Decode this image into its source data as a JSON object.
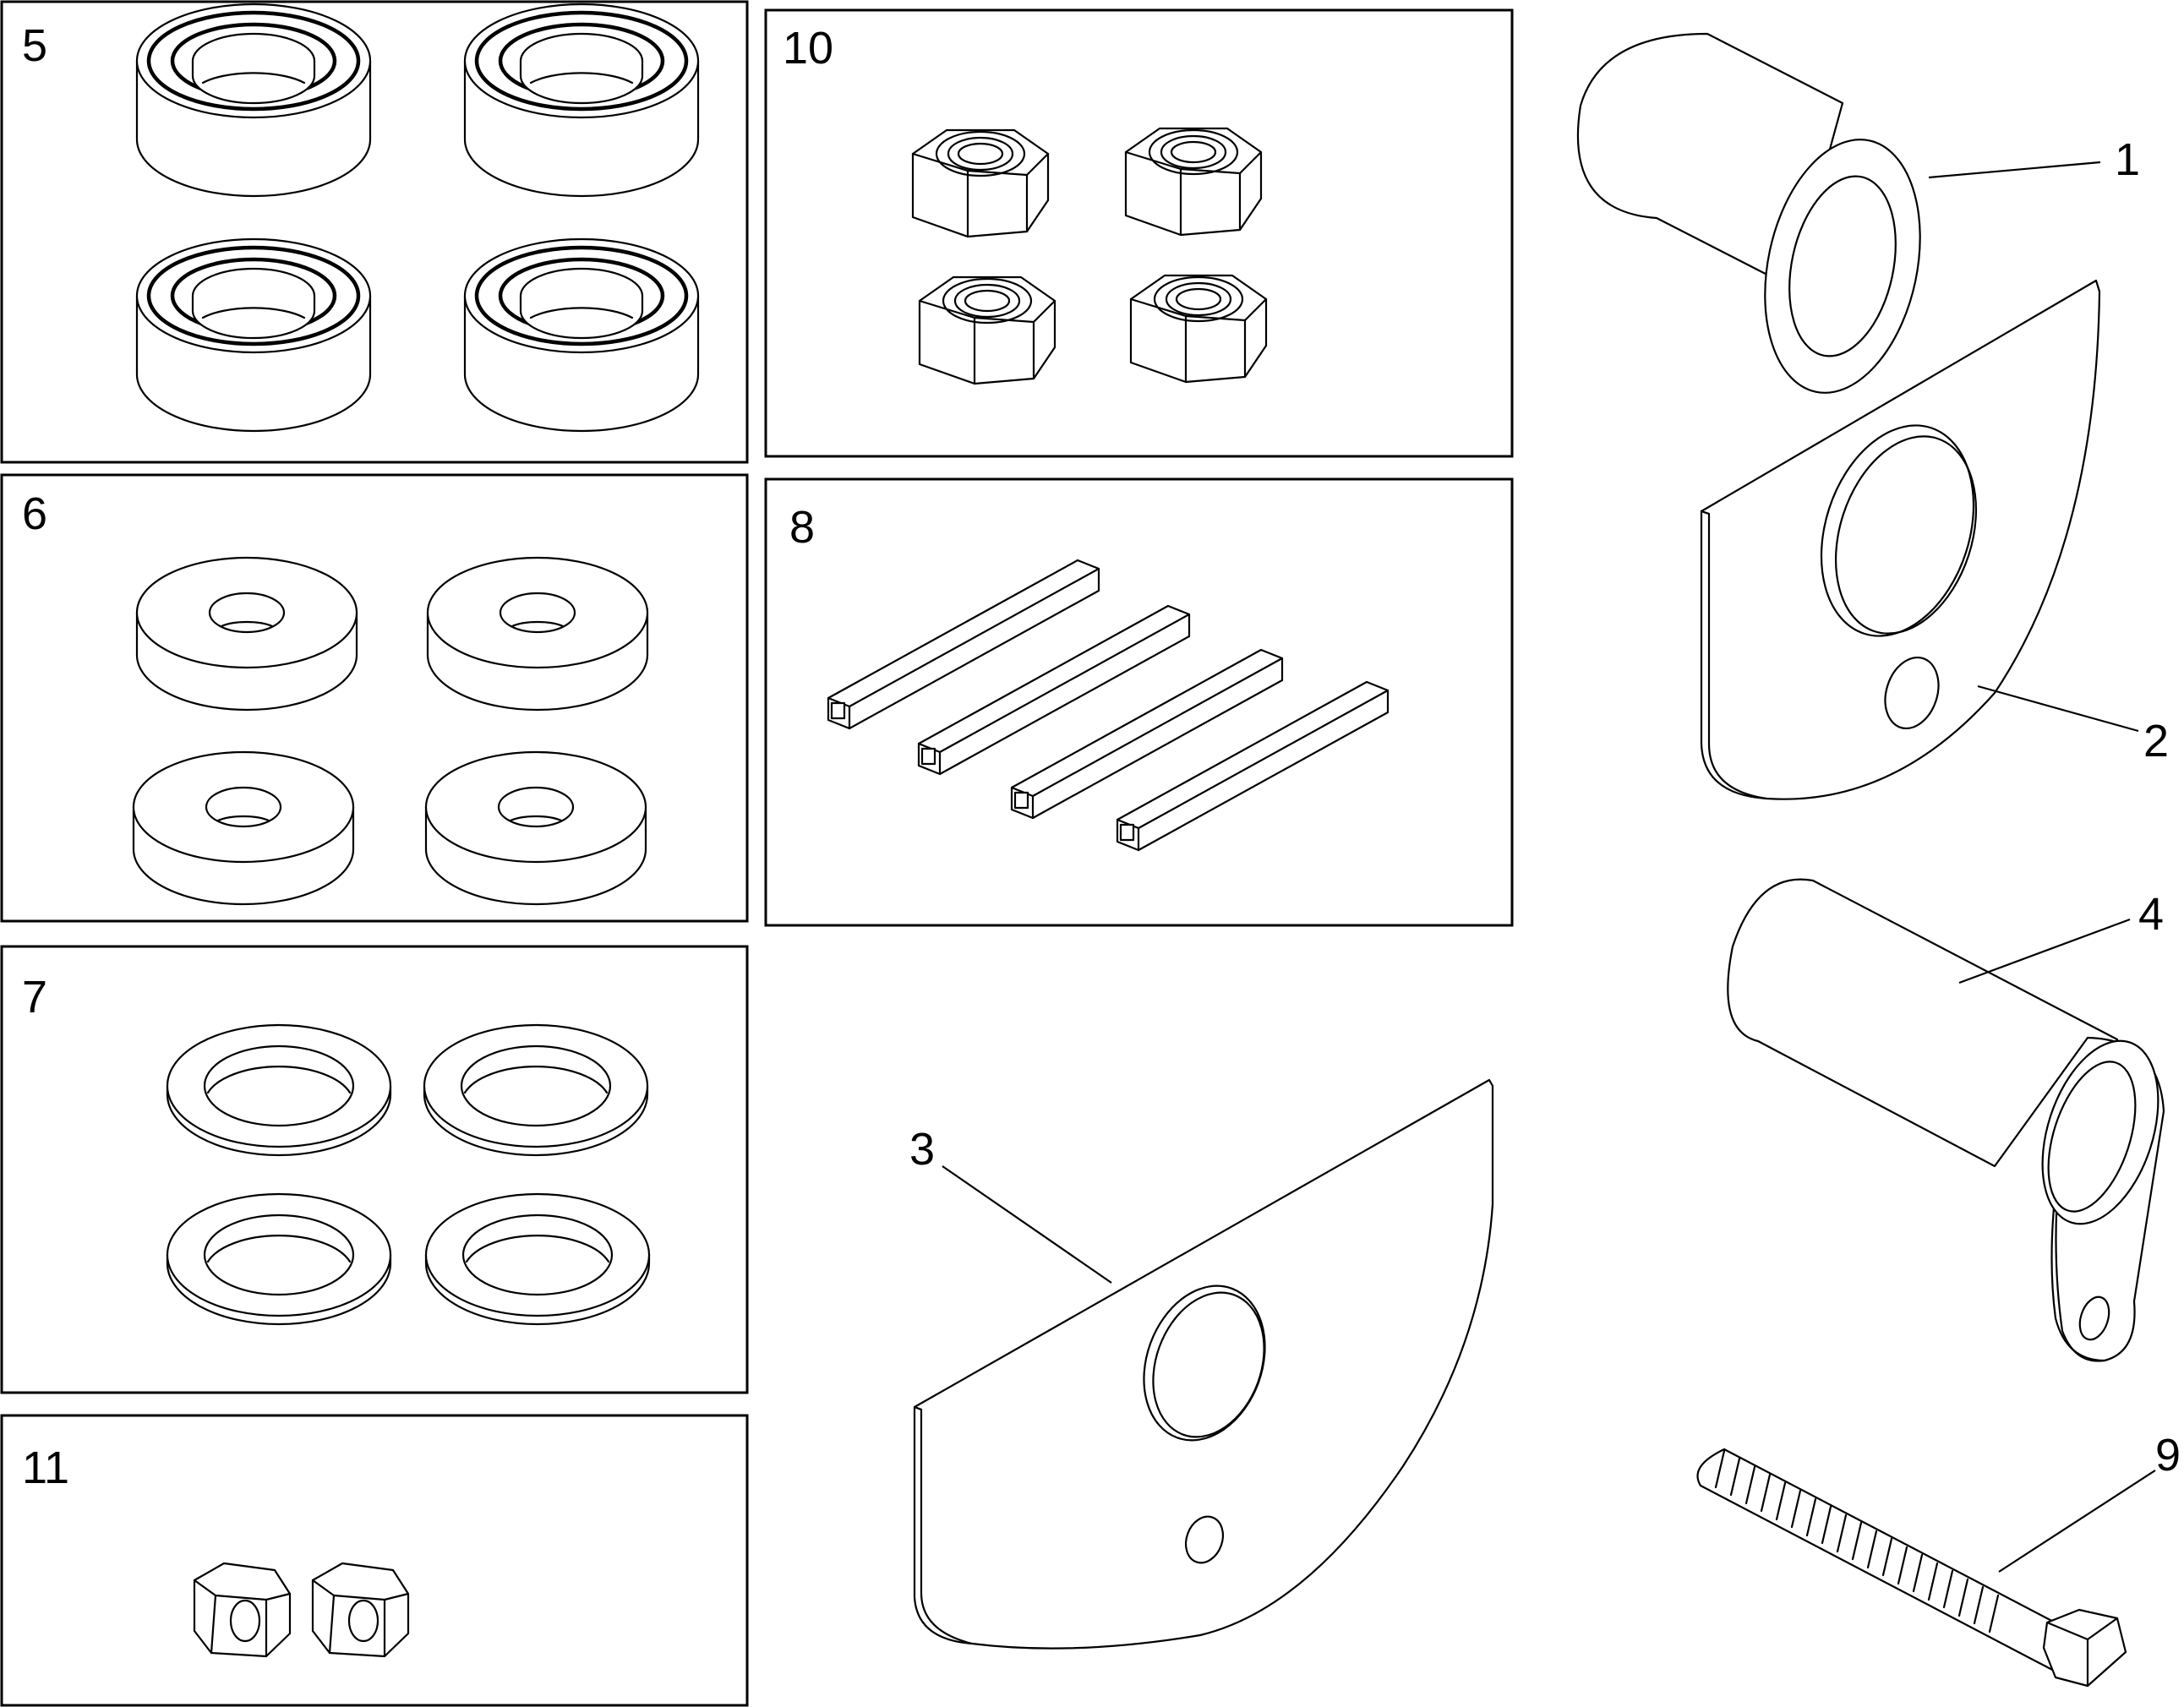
{
  "callouts": {
    "p1": "1",
    "p2": "2",
    "p3": "3",
    "p4": "4",
    "p5": "5",
    "p6": "6",
    "p7": "7",
    "p8": "8",
    "p9": "9",
    "p10": "10",
    "p11": "11"
  }
}
